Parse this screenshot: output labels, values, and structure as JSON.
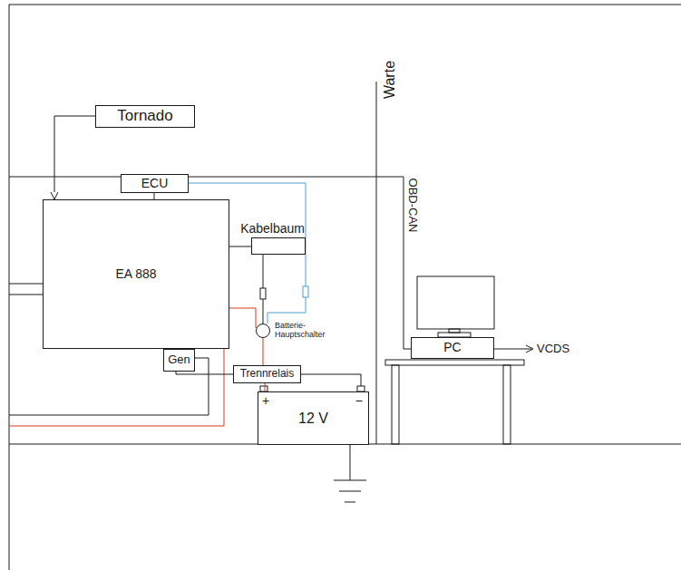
{
  "diagram": {
    "nodes": [
      {
        "text": [
          "Tornado"
        ]
      },
      {
        "text": [
          "ECU"
        ]
      },
      {
        "text": [
          "EA 888"
        ]
      },
      {
        "text": [
          "Kabelbaum"
        ]
      },
      {
        "text": [
          "Gen"
        ]
      },
      {
        "text": [
          "Batterie- Hauptschalter"
        ]
      },
      {
        "text": [
          "Trennrelais"
        ]
      },
      {
        "text": [
          "+",
          "12 V",
          "−"
        ]
      },
      {
        "text": [
          "PC"
        ]
      }
    ],
    "edges": [
      {
        "from": 0,
        "to": 2,
        "arrow": "to"
      },
      {
        "from": 1,
        "to": 2,
        "arrow": "none"
      },
      {
        "from": 1,
        "to": 5,
        "arrow": "none"
      },
      {
        "from": 2,
        "to": 3,
        "arrow": "none"
      },
      {
        "from": 3,
        "to": 5,
        "arrow": "none"
      },
      {
        "from": 5,
        "to": 6,
        "arrow": "none"
      },
      {
        "from": 6,
        "to": 7,
        "arrow": "none"
      },
      {
        "from": 4,
        "to": 6,
        "arrow": "none"
      },
      {
        "from": 8,
        "to": 1,
        "arrow": "none"
      }
    ],
    "labels": [
      "Warte",
      "OBD-CAN",
      "VCDS"
    ]
  }
}
